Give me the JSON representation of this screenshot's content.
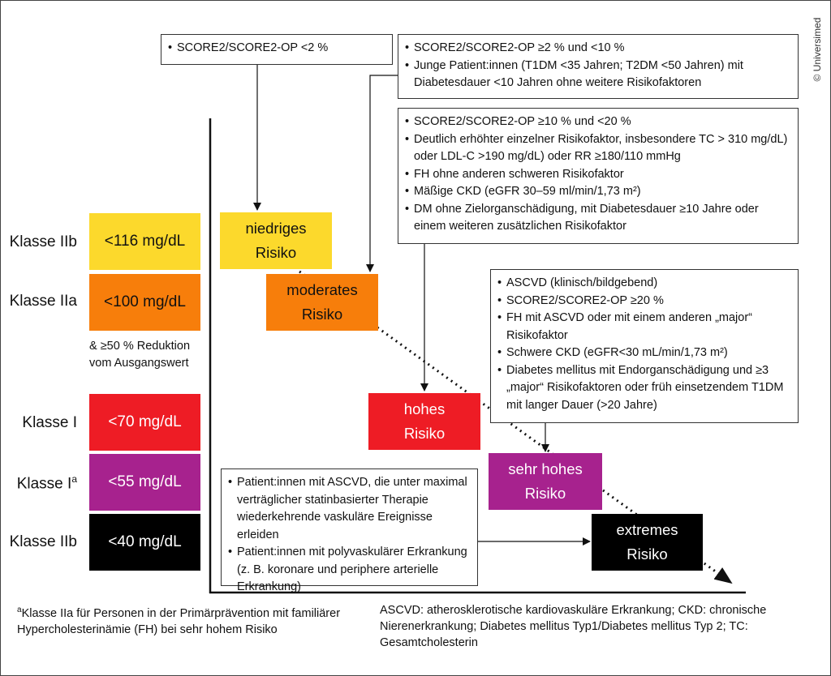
{
  "copyright": "© Universimed",
  "classes": [
    {
      "label": "Klasse IIb",
      "value": "<116 mg/dL",
      "color": "#fcd92c"
    },
    {
      "label": "Klasse IIa",
      "value": "<100 mg/dL",
      "color": "#f77e0b"
    },
    {
      "label": "Klasse I",
      "value": "<70 mg/dL",
      "color": "#ee1c25"
    },
    {
      "label": "Klasse I",
      "label_sup": "a",
      "value": "<55 mg/dL",
      "color": "#a7228e"
    },
    {
      "label": "Klasse IIb",
      "value": "<40 mg/dL",
      "color": "#000000"
    }
  ],
  "reduction_note": [
    "& ≥50 % Reduktion",
    "vom Ausgangswert"
  ],
  "risks": {
    "low": {
      "line1": "niedriges",
      "line2": "Risiko",
      "color": "#fcd92c"
    },
    "moderate": {
      "line1": "moderates",
      "line2": "Risiko",
      "color": "#f77e0b"
    },
    "high": {
      "line1": "hohes",
      "line2": "Risiko",
      "color": "#ee1c25"
    },
    "very_high": {
      "line1": "sehr hohes",
      "line2": "Risiko",
      "color": "#a7228e"
    },
    "extreme": {
      "line1": "extremes",
      "line2": "Risiko",
      "color": "#000000"
    }
  },
  "criteria": {
    "low": [
      "SCORE2/SCORE2-OP <2 %"
    ],
    "moderate": [
      "SCORE2/SCORE2-OP ≥2 % und <10 %",
      "Junge Patient:innen (T1DM <35 Jahren; T2DM <50 Jahren) mit Diabetesdauer <10 Jahren ohne weitere Risikofaktoren"
    ],
    "high": [
      "SCORE2/SCORE2-OP ≥10 % und <20 %",
      "Deutlich erhöhter einzelner Risikofaktor, insbesondere TC > 310 mg/dL) oder LDL-C >190 mg/dL) oder RR ≥180/110 mmHg",
      "FH ohne anderen schweren Risikofaktor",
      "Mäßige CKD (eGFR 30–59 ml/min/1,73 m²)",
      "DM ohne Zielorganschädigung, mit Diabetesdauer ≥10 Jahre oder einem weiteren zusätzlichen Risikofaktor"
    ],
    "very_high": [
      "ASCVD (klinisch/bildgebend)",
      "SCORE2/SCORE2-OP ≥20 %",
      "FH mit ASCVD oder mit einem anderen „major“ Risikofaktor",
      "Schwere CKD (eGFR<30 mL/min/1,73 m²)",
      "Diabetes mellitus mit Endorganschädigung und ≥3 „major“ Risikofaktoren oder früh einsetzendem T1DM mit langer Dauer (>20 Jahre)"
    ],
    "extreme": [
      "Patient:innen mit ASCVD, die unter maximal verträglicher statinbasierter Therapie wiederkehrende vaskuläre Ereignisse erleiden",
      "Patient:innen mit polyvaskulärer Erkrankung (z. B. koronare und periphere arterielle Erkrankung)"
    ]
  },
  "footnote_sup": "a",
  "footnote": "Klasse IIa für Personen in der Primärprävention mit familiärer Hypercholesterinämie (FH) bei sehr hohem Risiko",
  "abbreviations": "ASCVD: atherosklerotische kardiovaskuläre Erkrankung; CKD: chronische Nierenerkrankung; Diabetes mellitus Typ1/Diabetes mellitus Typ 2; TC: Gesamtcholesterin"
}
